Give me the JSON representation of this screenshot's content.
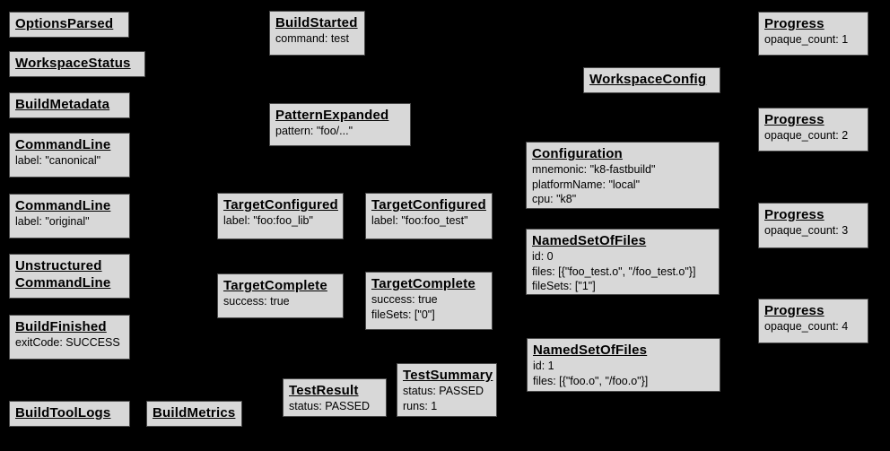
{
  "diagram": {
    "background_color": "#000000",
    "node_fill_color": "#d8d8d8",
    "node_border_color": "#4a4a4a",
    "node_text_color": "#000000"
  },
  "boxes": [
    {
      "title": "OptionsParsed",
      "lines": []
    },
    {
      "title": "WorkspaceStatus",
      "lines": []
    },
    {
      "title": "BuildMetadata",
      "lines": []
    },
    {
      "title": "CommandLine",
      "lines": [
        "label: \"canonical\""
      ]
    },
    {
      "title": "CommandLine",
      "lines": [
        "label: \"original\""
      ]
    },
    {
      "title": "Unstructured CommandLine",
      "lines": []
    },
    {
      "title": "BuildFinished",
      "lines": [
        "exitCode: SUCCESS"
      ]
    },
    {
      "title": "BuildToolLogs",
      "lines": []
    },
    {
      "title": "BuildMetrics",
      "lines": []
    },
    {
      "title": "BuildStarted",
      "lines": [
        "command: test"
      ]
    },
    {
      "title": "PatternExpanded",
      "lines": [
        "pattern: \"foo/...\""
      ]
    },
    {
      "title": "TargetConfigured",
      "lines": [
        "label: \"foo:foo_lib\""
      ]
    },
    {
      "title": "TargetConfigured",
      "lines": [
        "label: \"foo:foo_test\""
      ]
    },
    {
      "title": "TargetComplete",
      "lines": [
        "success: true"
      ]
    },
    {
      "title": "TargetComplete",
      "lines": [
        "success: true",
        "fileSets: [\"0\"]"
      ]
    },
    {
      "title": "TestResult",
      "lines": [
        "status: PASSED"
      ]
    },
    {
      "title": "TestSummary",
      "lines": [
        "status: PASSED",
        "runs: 1"
      ]
    },
    {
      "title": "WorkspaceConfig",
      "lines": []
    },
    {
      "title": "Configuration",
      "lines": [
        "mnemonic: \"k8-fastbuild\"",
        "platformName: \"local\"",
        "cpu: \"k8\""
      ]
    },
    {
      "title": "NamedSetOfFiles",
      "lines": [
        "id: 0",
        "files: [{\"foo_test.o\", \"/foo_test.o\"}]",
        "fileSets: [\"1\"]"
      ]
    },
    {
      "title": "NamedSetOfFiles",
      "lines": [
        "id: 1",
        "files: [{\"foo.o\", \"/foo.o\"}]"
      ]
    },
    {
      "title": "Progress",
      "lines": [
        "opaque_count: 1"
      ]
    },
    {
      "title": "Progress",
      "lines": [
        "opaque_count: 2"
      ]
    },
    {
      "title": "Progress",
      "lines": [
        "opaque_count: 3"
      ]
    },
    {
      "title": "Progress",
      "lines": [
        "opaque_count: 4"
      ]
    }
  ]
}
